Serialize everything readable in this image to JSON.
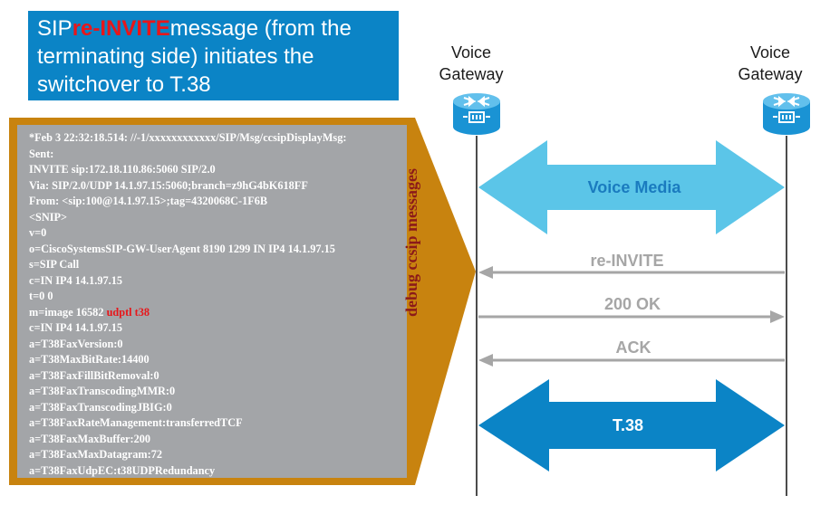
{
  "title": {
    "part1": "SIP",
    "highlight": "re-INVITE",
    "part2": "message (from the terminating side) initiates the switchover to T.38"
  },
  "debug": {
    "side_label": "debug ccsip messages",
    "lines": [
      "*Feb  3 22:32:18.514: //-1/xxxxxxxxxxxx/SIP/Msg/ccsipDisplayMsg:",
      "Sent:",
      "INVITE sip:172.18.110.86:5060 SIP/2.0",
      "Via: SIP/2.0/UDP  14.1.97.15:5060;branch=z9hG4bK618FF",
      "From: <sip:100@14.1.97.15>;tag=4320068C-1F6B",
      "<SNIP>",
      "v=0",
      "o=CiscoSystemsSIP-GW-UserAgent 8190 1299 IN IP4 14.1.97.15",
      "s=SIP Call",
      "c=IN IP4 14.1.97.15",
      "t=0 0",
      "m=image 16582 ",
      "c=IN IP4 14.1.97.15",
      "a=T38FaxVersion:0",
      "a=T38MaxBitRate:14400",
      "a=T38FaxFillBitRemoval:0",
      "a=T38FaxTranscodingMMR:0",
      "a=T38FaxTranscodingJBIG:0",
      "a=T38FaxRateManagement:transferredTCF",
      "a=T38FaxMaxBuffer:200",
      "a=T38FaxMaxDatagram:72",
      "a=T38FaxUdpEC:t38UDPRedundancy"
    ],
    "media_highlight": "udptl t38"
  },
  "gateways": {
    "left": {
      "line1": "Voice",
      "line2": "Gateway",
      "icon": "router-icon"
    },
    "right": {
      "line1": "Voice",
      "line2": "Gateway",
      "icon": "router-icon"
    }
  },
  "flows": {
    "media": "Voice Media",
    "reinvite": "re-INVITE",
    "ok": "200 OK",
    "ack": "ACK",
    "t38": "T.38"
  },
  "colors": {
    "title_bg": "#0b84c6",
    "highlight_red": "#e8161a",
    "panel_orange": "#c8830f",
    "panel_gray": "#a3a5a8",
    "media_arrow": "#5bc5e8",
    "media_text": "#1a7bbf",
    "t38_arrow": "#0b84c6",
    "message_gray": "#a6a6a6"
  }
}
